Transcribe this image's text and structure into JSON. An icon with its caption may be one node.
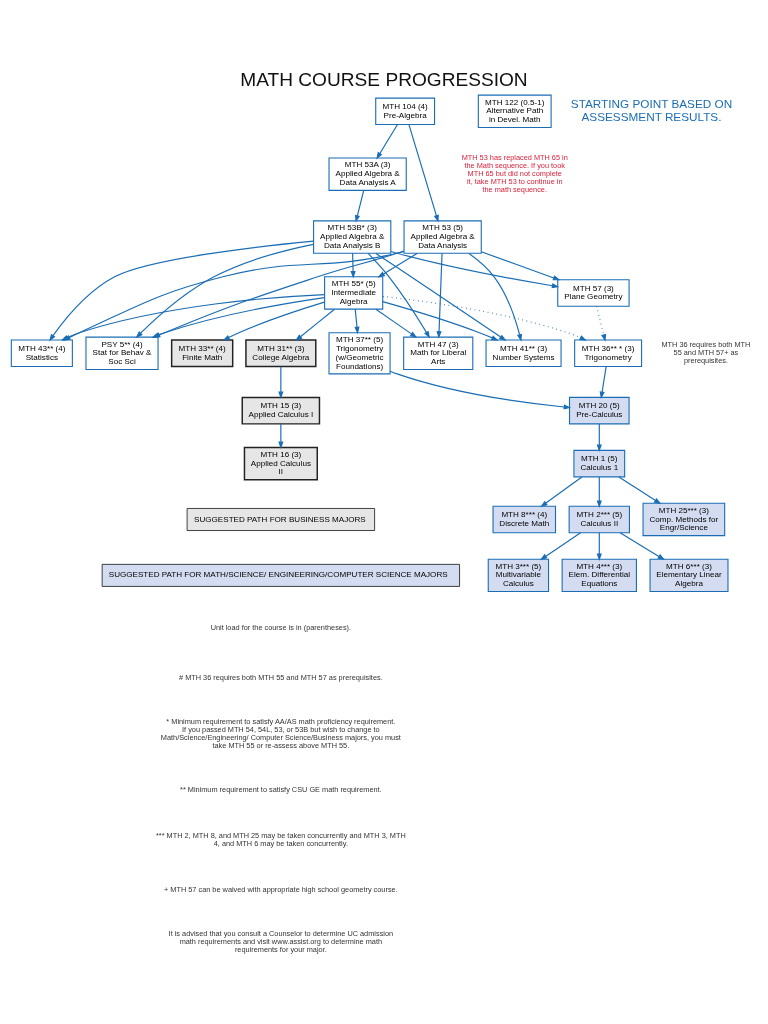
{
  "diagram": {
    "title": "MATH COURSE PROGRESSION",
    "nodes": [
      {
        "text": [
          "MTH 104 (4)",
          "Pre-Algebra"
        ]
      },
      {
        "text": [
          "MTH 53A (3)",
          "Applied Algebra & Data Analysis A"
        ]
      },
      {
        "text": [
          "MTH 53 (5)",
          "Applied Algebra & Data Analysis"
        ]
      },
      {
        "text": [
          "MTH 53B* (3)",
          "Applied Algebra & Data Analysis B"
        ]
      },
      {
        "text": [
          "MTH 122 (0.5-1)",
          "Alternative Path in Devel. Math"
        ]
      },
      {
        "text": [
          "MTH 55* (5)",
          "Intermediate Algebra"
        ]
      },
      {
        "text": [
          "MTH 57 (3)",
          "Plane Geometry"
        ]
      },
      {
        "text": [
          "MTH 47 (3)",
          "Math for Liberal Arts"
        ]
      },
      {
        "text": [
          "MTH 41** (3)",
          "Number Systems"
        ]
      },
      {
        "text": [
          "MTH 43** (4)",
          "Statistics"
        ]
      },
      {
        "text": [
          "PSY 5** (4)",
          "Stat for Behav & Soc Sci"
        ]
      },
      {
        "text": [
          "MTH 33** (4)",
          "Finite Math"
        ]
      },
      {
        "text": [
          "MTH 31** (3)",
          "College Algebra"
        ]
      },
      {
        "text": [
          "MTH 37** (5)",
          "Trigonometry (w/Geometric Foundations)"
        ]
      },
      {
        "text": [
          "MTH 36** * (3)",
          "Trigonometry"
        ]
      },
      {
        "text": [
          "MTH 15 (3)",
          "Applied Calculus I"
        ]
      },
      {
        "text": [
          "MTH 20 (5)",
          "Pre-Calculus"
        ]
      },
      {
        "text": [
          "MTH 16 (3)",
          "Applied Calculus II"
        ]
      },
      {
        "text": [
          "MTH 1 (5)",
          "Calculus 1"
        ]
      },
      {
        "text": [
          "MTH 8*** (4)",
          "Discrete Math"
        ]
      },
      {
        "text": [
          "MTH 2*** (5)",
          "Calculus II"
        ]
      },
      {
        "text": [
          "MTH 25*** (3)",
          "Comp. Methods for Engr/Science"
        ]
      },
      {
        "text": [
          "MTH 3*** (5)",
          "Multivariable Calculus"
        ]
      },
      {
        "text": [
          "MTH 4*** (3)",
          "Elem. Differential Equations"
        ]
      },
      {
        "text": [
          "MTH 6*** (3)",
          "Elementary Linear Algebra"
        ]
      }
    ],
    "edges": [
      {
        "from": 0,
        "to": 1,
        "arrow": "to"
      },
      {
        "from": 0,
        "to": 2,
        "arrow": "to"
      },
      {
        "from": 1,
        "to": 3,
        "arrow": "to"
      },
      {
        "from": 3,
        "to": 5,
        "arrow": "to"
      },
      {
        "from": 3,
        "to": 6,
        "arrow": "to"
      },
      {
        "from": 3,
        "to": 7,
        "arrow": "to"
      },
      {
        "from": 3,
        "to": 8,
        "arrow": "to"
      },
      {
        "from": 3,
        "to": 9,
        "arrow": "to"
      },
      {
        "from": 3,
        "to": 10,
        "arrow": "to"
      },
      {
        "from": 2,
        "to": 5,
        "arrow": "to"
      },
      {
        "from": 2,
        "to": 6,
        "arrow": "to"
      },
      {
        "from": 2,
        "to": 7,
        "arrow": "to"
      },
      {
        "from": 2,
        "to": 8,
        "arrow": "to"
      },
      {
        "from": 2,
        "to": 9,
        "arrow": "to"
      },
      {
        "from": 2,
        "to": 10,
        "arrow": "to"
      },
      {
        "from": 5,
        "to": 7,
        "arrow": "to"
      },
      {
        "from": 5,
        "to": 8,
        "arrow": "to"
      },
      {
        "from": 5,
        "to": 9,
        "arrow": "to"
      },
      {
        "from": 5,
        "to": 10,
        "arrow": "to"
      },
      {
        "from": 5,
        "to": 11,
        "arrow": "to"
      },
      {
        "from": 5,
        "to": 12,
        "arrow": "to"
      },
      {
        "from": 5,
        "to": 13,
        "arrow": "to"
      },
      {
        "from": 5,
        "to": 14,
        "arrow": "to",
        "style": "dashed"
      },
      {
        "from": 6,
        "to": 14,
        "arrow": "to",
        "style": "dashed"
      },
      {
        "from": 12,
        "to": 15,
        "arrow": "to"
      },
      {
        "from": 15,
        "to": 17,
        "arrow": "to"
      },
      {
        "from": 13,
        "to": 16,
        "arrow": "to"
      },
      {
        "from": 14,
        "to": 16,
        "arrow": "to"
      },
      {
        "from": 16,
        "to": 18,
        "arrow": "to"
      },
      {
        "from": 18,
        "to": 19,
        "arrow": "to"
      },
      {
        "from": 18,
        "to": 20,
        "arrow": "to"
      },
      {
        "from": 18,
        "to": 21,
        "arrow": "to"
      },
      {
        "from": 20,
        "to": 22,
        "arrow": "to"
      },
      {
        "from": 20,
        "to": 23,
        "arrow": "to"
      },
      {
        "from": 20,
        "to": 24,
        "arrow": "to"
      }
    ],
    "labels": [
      "STARTING POINT BASED ON ASSESSMENT RESULTS.",
      "MTH 53 has replaced MTH 65 in the Math sequence. If you took MTH 65 but did not complete it, take MTH 53 to continue in the math sequence.",
      "MTH 36 requires both MTH 55 and MTH 57+ as prerequisites.",
      "Unit load for the course is in (parentheses).",
      "# MTH 36 requires both MTH 55 and MTH 57 as prerequisites.",
      "* Minimum requirement to satisfy AA/AS math proficiency requirement. If you passed MTH 54, 54L, 53, or 53B but wish to change to Math/Science/Engineering/ Computer Science/Business majors, you must take MTH 55 or re-assess above MTH 55.",
      "** Minimum requirement to satisfy CSU GE math requirement.",
      "*** MTH 2, MTH 8, and MTH 25 may be taken concurrently and MTH 3, MTH 4, and MTH 6 may be taken concurrently.",
      "+ MTH 57 can be waived with appropriate high school geometry course.",
      "It is advised that you consult a Counselor to determine UC admission math requirements and visit www.assist.org to determine math requirements for your major."
    ],
    "legend": [
      {
        "text": "SUGGESTED PATH FOR BUSINESS MAJORS",
        "color": "#e6e6e6"
      },
      {
        "text": "SUGGESTED PATH FOR MATH/SCIENCE/ ENGINEERING/COMPUTER SCIENCE MAJORS",
        "color": "#d3dcf0"
      }
    ]
  }
}
